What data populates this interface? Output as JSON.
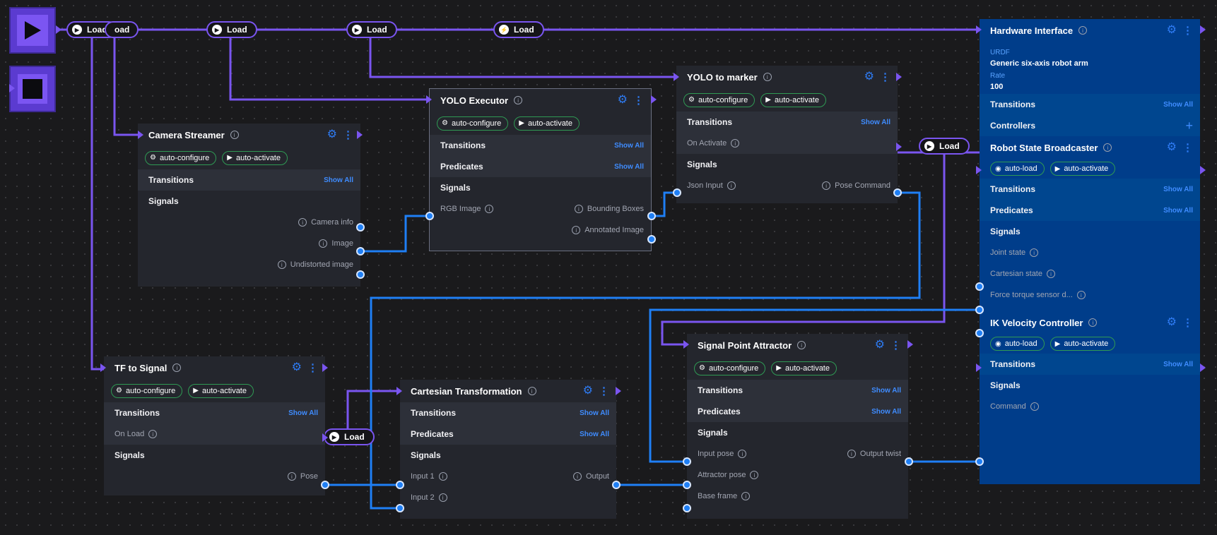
{
  "colors": {
    "canvas": "#1a1a1c",
    "node": "#24262d",
    "hardware_node": "#003d8a",
    "accent_blue": "#1f7ff5",
    "accent_purple": "#7a55f0",
    "badge_border": "#2f9a54"
  },
  "controls": {
    "play_icon": "play-icon",
    "stop_icon": "stop-icon"
  },
  "load_pills": [
    {
      "label": "Load",
      "icon": "play-circle-icon"
    },
    {
      "label": "oad",
      "icon": "none"
    },
    {
      "label": "Load",
      "icon": "play-circle-icon"
    },
    {
      "label": "Load",
      "icon": "play-circle-icon"
    },
    {
      "label": "Load",
      "icon": "plug-icon"
    },
    {
      "label": "Load",
      "icon": "play-circle-icon"
    },
    {
      "label": "Load",
      "icon": "play-circle-icon"
    }
  ],
  "common": {
    "show_all": "Show All",
    "auto_configure": "auto-configure",
    "auto_activate": "auto-activate",
    "auto_load": "auto-load",
    "transitions": "Transitions",
    "predicates": "Predicates",
    "signals": "Signals"
  },
  "camera_streamer": {
    "title": "Camera Streamer",
    "signals": [
      "Camera info",
      "Image",
      "Undistorted image"
    ]
  },
  "yolo_executor": {
    "title": "YOLO Executor",
    "signals_in": [
      "RGB Image"
    ],
    "signals_out": [
      "Bounding Boxes",
      "Annotated Image"
    ]
  },
  "yolo_marker": {
    "title": "YOLO to marker",
    "on_activate": "On Activate",
    "signals_in": [
      "Json Input"
    ],
    "signals_out": [
      "Pose Command"
    ]
  },
  "tf_signal": {
    "title": "TF to Signal",
    "on_load": "On Load",
    "signals_out": [
      "Pose"
    ]
  },
  "cartesian": {
    "title": "Cartesian Transformation",
    "signals_in": [
      "Input 1",
      "Input 2"
    ],
    "signals_out": [
      "Output"
    ]
  },
  "attractor": {
    "title": "Signal Point Attractor",
    "signals_in": [
      "Input pose",
      "Attractor pose",
      "Base frame"
    ],
    "signals_out": [
      "Output twist"
    ]
  },
  "hardware": {
    "title": "Hardware Interface",
    "urdf_label": "URDF",
    "urdf_value": "Generic six-axis robot arm",
    "rate_label": "Rate",
    "rate_value": "100",
    "controllers_label": "Controllers",
    "rsb": {
      "title": "Robot State Broadcaster",
      "signals": [
        "Joint state",
        "Cartesian state",
        "Force torque sensor d..."
      ]
    },
    "ikv": {
      "title": "IK Velocity Controller",
      "signals": [
        "Command"
      ]
    }
  }
}
